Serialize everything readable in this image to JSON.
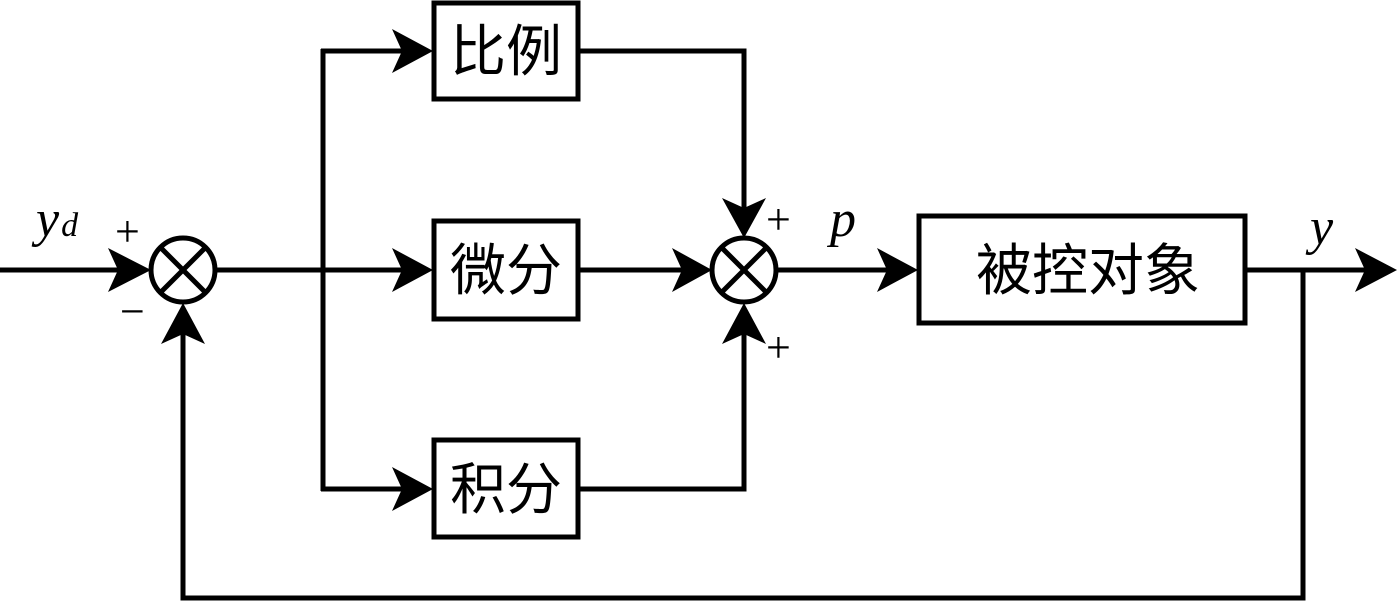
{
  "diagram": {
    "type": "block-diagram",
    "title": "",
    "blocks": {
      "proportional": "比例",
      "derivative": "微分",
      "integral": "积分",
      "plant": "被控对象"
    },
    "signals": {
      "input": "y",
      "input_subscript": "d",
      "control": "p",
      "output": "y"
    },
    "signs": {
      "sum1_input": "+",
      "sum1_feedback": "−",
      "sum2_top": "+",
      "sum2_bottom": "+"
    },
    "junction_symbol": "⊗",
    "colors": {
      "stroke": "#000000",
      "background": "#ffffff"
    }
  }
}
